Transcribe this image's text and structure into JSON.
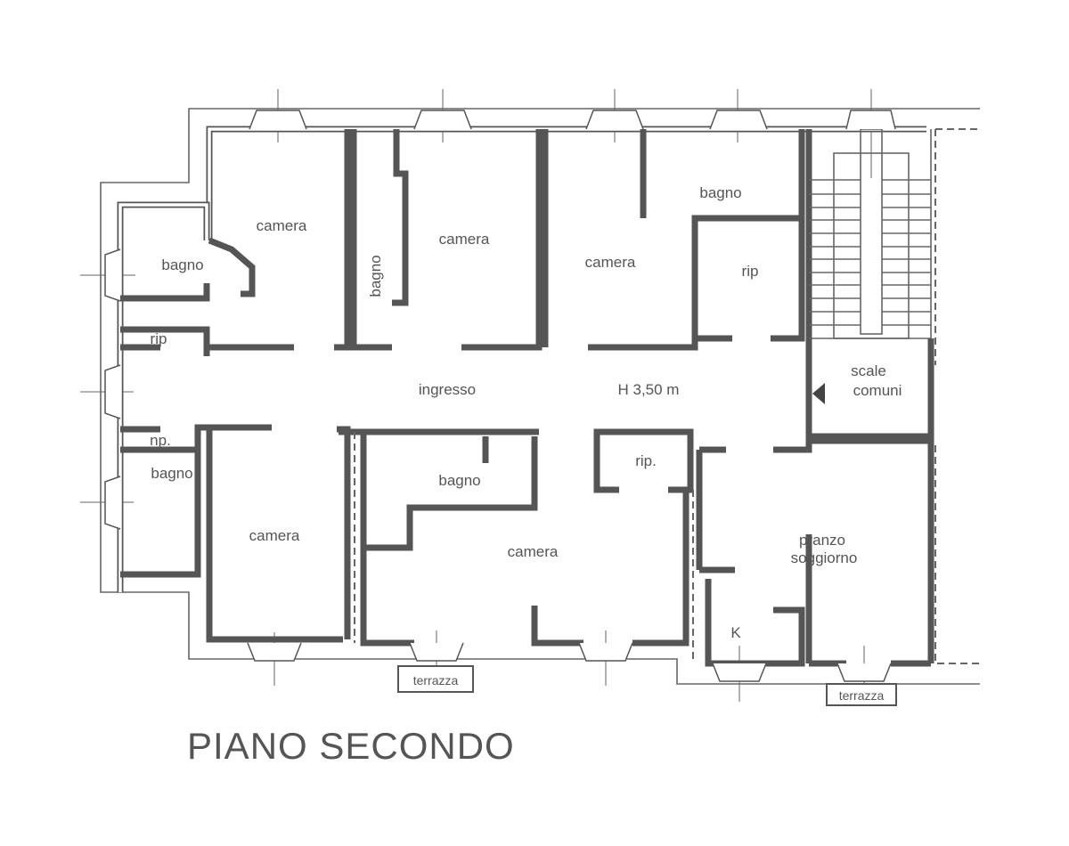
{
  "plan": {
    "title": "PIANO SECONDO",
    "height_note": "H 3,50 m",
    "rooms": {
      "bagno_left_top": "bagno",
      "rip_left_top": "rip",
      "rip_left_bottom": "np.",
      "bagno_left_bottom": "bagno",
      "camera_1": "camera",
      "bagno_vertical": "bagno",
      "camera_2": "camera",
      "camera_3": "camera",
      "bagno_top_right": "bagno",
      "rip_right": "rip",
      "ingresso": "ingresso",
      "scale_1": "scale",
      "scale_2": "comuni",
      "camera_4": "camera",
      "bagno_bottom": "bagno",
      "rip_bottom": "rip.",
      "camera_5": "camera",
      "pranzo": "pranzo",
      "soggiorno": "soggiorno",
      "kitchen": "K",
      "terrazza_1": "terrazza",
      "terrazza_2": "terrazza"
    }
  },
  "colors": {
    "line": "#555555",
    "background": "#ffffff"
  }
}
